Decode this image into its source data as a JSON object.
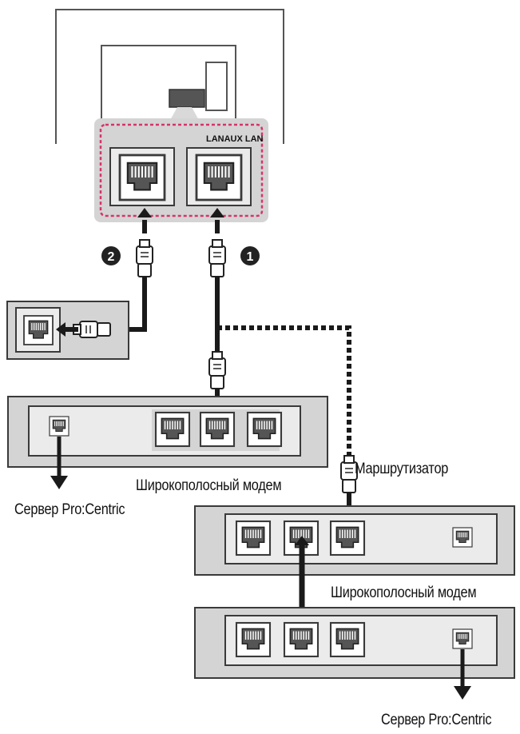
{
  "labels": {
    "port_header": "LANAUX LAN",
    "step_1": "1",
    "step_2": "2",
    "router": "Маршрутизатор",
    "modem_1": "Широкополосный модем",
    "modem_2": "Широкополосный модем",
    "server_1": "Сервер Pro:Centric",
    "server_2": "Сервер Pro:Centric"
  },
  "colors": {
    "device_fill": "#d4d4d4",
    "panel_fill": "#ebebeb",
    "outline": "#3a3a3a",
    "highlight_border": "#d6336c",
    "cable": "#1a1a1a"
  },
  "icons": [
    "rj45-port-icon",
    "rj45-plug-icon",
    "arrow-down-icon",
    "numbered-circle-icon"
  ]
}
